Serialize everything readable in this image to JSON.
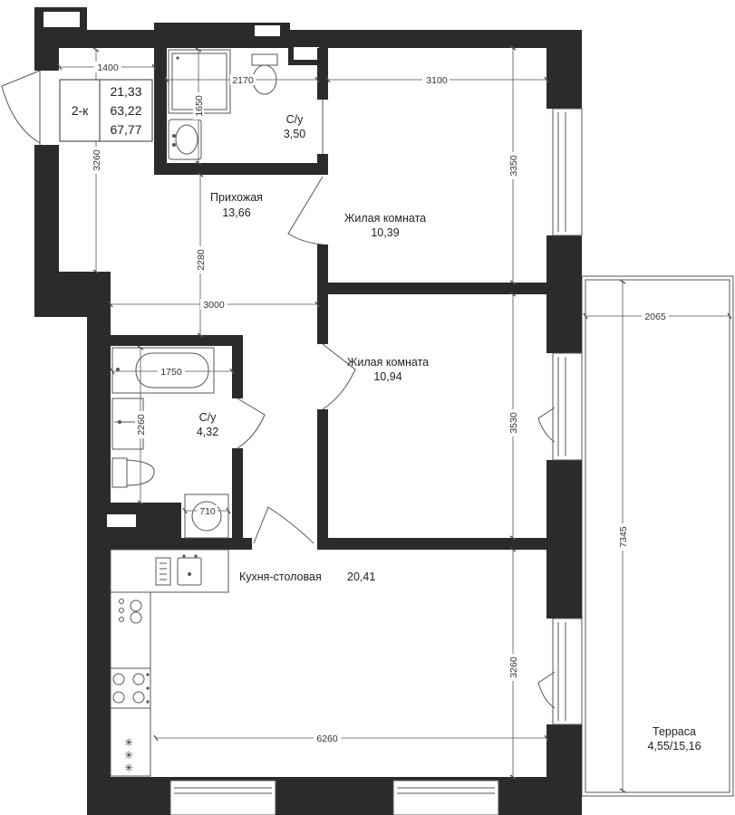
{
  "apartment": {
    "type_label": "2-к",
    "areas": [
      "21,33",
      "63,22",
      "67,77"
    ]
  },
  "rooms": {
    "hallway": {
      "name": "Прихожая",
      "area": "13,66"
    },
    "bathroom_top": {
      "name": "С/у",
      "area": "3,50"
    },
    "bedroom_top": {
      "name": "Жилая комната",
      "area": "10,39"
    },
    "bedroom_bottom": {
      "name": "Жилая комната",
      "area": "10,94"
    },
    "bathroom_bottom": {
      "name": "С/у",
      "area": "4,32"
    },
    "kitchen": {
      "name": "Кухня-столовая",
      "area": "20,41"
    },
    "terrace": {
      "name": "Терраса",
      "area": "4,55/15,16"
    }
  },
  "dimensions": {
    "hall_width": "1400",
    "hall_length": "3260",
    "bath_top_width": "2170",
    "bath_top_depth": "1650",
    "bedroom_top_width": "3100",
    "bedroom_top_depth": "3350",
    "corridor_length": "2280",
    "corridor_width": "3000",
    "bath_bottom_width": "1750",
    "bath_bottom_depth": "2260",
    "washer_width": "710",
    "bedroom_bottom_depth": "3530",
    "terrace_width": "2065",
    "terrace_length": "7345",
    "kitchen_depth": "3260",
    "kitchen_width": "6260"
  },
  "colors": {
    "wall": "#2b2b2b",
    "line": "#555555",
    "text": "#222222"
  }
}
